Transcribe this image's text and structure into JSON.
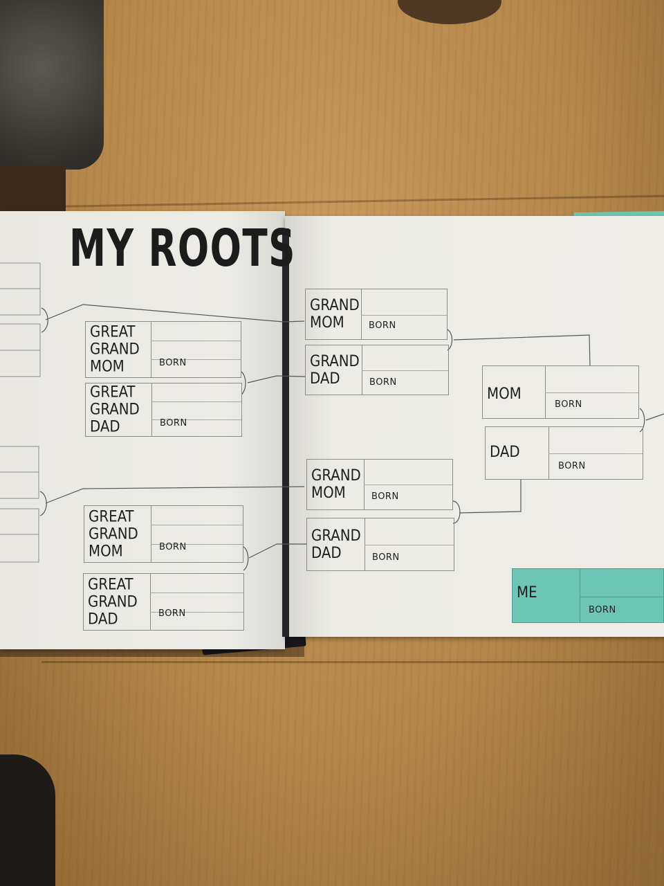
{
  "page_title": "MY ROOTS",
  "born_label": "BORN",
  "boxes": {
    "great_grand_mom_1": "GREAT\nGRAND\nMOM",
    "great_grand_dad_1": "GREAT\nGRAND\nDAD",
    "great_grand_mom_2": "GREAT\nGRAND\nMOM",
    "great_grand_dad_2": "GREAT\nGRAND\nDAD",
    "grand_mom_1": "GRAND\nMOM",
    "grand_dad_1": "GRAND\nDAD",
    "grand_mom_2": "GRAND\nMOM",
    "grand_dad_2": "GRAND\nDAD",
    "mom": "MOM",
    "dad": "DAD",
    "me": "ME"
  },
  "colors": {
    "teal_accent": "#6cc6b3",
    "page": "#eeece6",
    "ink": "#1c1c1c",
    "table_wood": "#b8894e"
  }
}
